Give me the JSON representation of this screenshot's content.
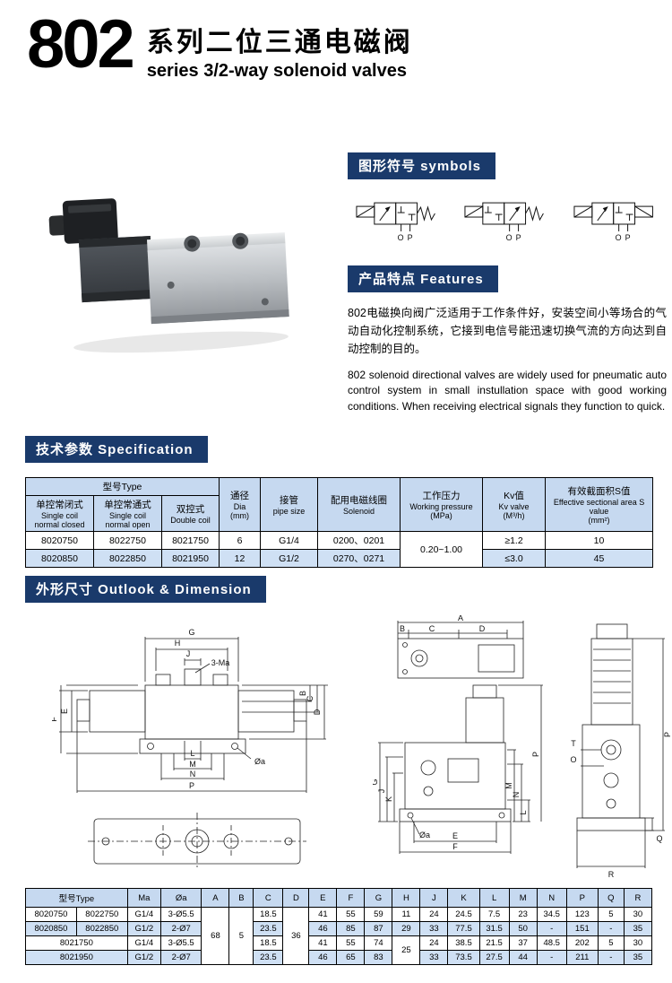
{
  "page": {
    "model": "802",
    "title_cn": "系列二位三通电磁阀",
    "title_en": "series 3/2-way solenoid valves"
  },
  "section_headers": {
    "symbols": "图形符号 symbols",
    "features": "产品特点 Features",
    "specification": "技术参数 Specification",
    "dimension": "外形尺寸 Outlook & Dimension"
  },
  "symbols_section": {
    "port_o": "O",
    "port_p": "P"
  },
  "features": {
    "paragraph_cn": "802电磁换向阀广泛适用于工作条件好，安装空间小等场合的气动自动化控制系统，它接到电信号能迅速切换气流的方向达到自动控制的目的。",
    "paragraph_en": "802 solenoid directional valves are widely used for pneumatic auto control system in small instullation space with good working conditions. When receiving electrical signals they function to quick."
  },
  "spec_table": {
    "h_type": "型号Type",
    "h_nc_cn": "单控常闭式",
    "h_nc_en1": "Single coil",
    "h_nc_en2": "normal closed",
    "h_no_cn": "单控常通式",
    "h_no_en1": "Single coil",
    "h_no_en2": "normal open",
    "h_dc_cn": "双控式",
    "h_dc_en": "Double coil",
    "h_dia_cn": "通径",
    "h_dia_en": "Dia",
    "h_dia_unit": "(mm)",
    "h_pipe_cn": "接管",
    "h_pipe_en": "pipe size",
    "h_sol_cn": "配用电磁线圈",
    "h_sol_en": "Solenoid",
    "h_wp_cn": "工作压力",
    "h_wp_en": "Working pressure",
    "h_wp_unit": "(MPa)",
    "h_kv_cn": "Kv值",
    "h_kv_en": "Kv valve",
    "h_kv_unit": "(M³/h)",
    "h_s_cn": "有效截面积S值",
    "h_s_en": "Effective sectional area S",
    "h_s_en2": "value",
    "h_s_unit": "(mm²)",
    "working_pressure": "0.20~1.00",
    "rows": [
      {
        "nc": "8020750",
        "no": "8022750",
        "dc": "8021750",
        "dia": "6",
        "pipe": "G1/4",
        "sol": "0200、0201",
        "kv": "≥1.2",
        "s": "10"
      },
      {
        "nc": "8020850",
        "no": "8022850",
        "dc": "8021950",
        "dia": "12",
        "pipe": "G1/2",
        "sol": "0270、0271",
        "kv": "≤3.0",
        "s": "45"
      }
    ]
  },
  "dim_table": {
    "headers": [
      "型号Type",
      "Ma",
      "Øa",
      "A",
      "B",
      "C",
      "D",
      "E",
      "F",
      "G",
      "H",
      "J",
      "K",
      "L",
      "M",
      "N",
      "P",
      "Q",
      "R"
    ],
    "r1": {
      "t1": "8020750",
      "t2": "8022750",
      "ma": "G1/4",
      "oa": "3-Ø5.5",
      "a": "68",
      "b": "5",
      "c": "18.5",
      "d": "36",
      "e": "41",
      "f": "55",
      "g": "59",
      "h": "11",
      "j": "24",
      "k": "24.5",
      "l": "7.5",
      "m": "23",
      "n": "34.5",
      "p": "123",
      "q": "5",
      "r": "30"
    },
    "r2": {
      "t1": "8020850",
      "t2": "8022850",
      "ma": "G1/2",
      "oa": "2-Ø7",
      "c": "23.5",
      "e": "46",
      "f": "85",
      "g": "87",
      "h": "29",
      "j": "33",
      "k": "77.5",
      "l": "31.5",
      "m": "50",
      "n": "-",
      "p": "151",
      "q": "-",
      "r": "35"
    },
    "r3": {
      "t": "8021750",
      "ma": "G1/4",
      "oa": "3-Ø5.5",
      "c": "18.5",
      "e": "41",
      "f": "55",
      "g": "74",
      "h": "25",
      "j": "24",
      "k": "38.5",
      "l": "21.5",
      "m": "37",
      "n": "48.5",
      "p": "202",
      "q": "5",
      "r": "30"
    },
    "r4": {
      "t": "8021950",
      "ma": "G1/2",
      "oa": "2-Ø7",
      "c": "23.5",
      "e": "46",
      "f": "65",
      "g": "83",
      "j": "33",
      "k": "73.5",
      "l": "27.5",
      "m": "44",
      "n": "-",
      "p": "211",
      "q": "-",
      "r": "35"
    }
  },
  "drawings": {
    "front": {
      "g": "G",
      "h": "H",
      "j": "J",
      "ma": "3-Ma",
      "b": "B",
      "c": "C",
      "d": "D",
      "e": "E",
      "f": "F",
      "l": "L",
      "m": "M",
      "n": "N",
      "p": "P",
      "oa": "Øa"
    },
    "mid": {
      "a": "A",
      "b": "B",
      "c": "C",
      "d": "D",
      "g": "G",
      "j": "J",
      "k": "K",
      "m": "M",
      "n": "N",
      "l": "L",
      "p": "P",
      "e": "E",
      "f": "F",
      "oa": "Øa"
    },
    "side": {
      "p": "P",
      "q": "Q",
      "r": "R",
      "t": "T",
      "o": "O"
    }
  }
}
